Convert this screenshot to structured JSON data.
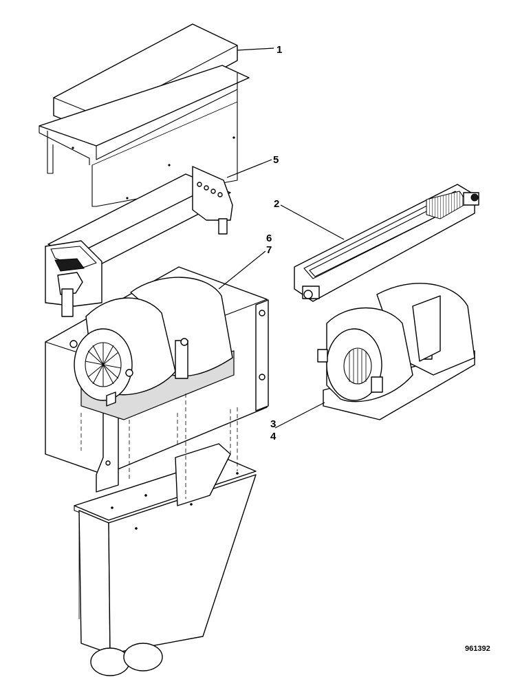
{
  "diagram": {
    "callouts": [
      {
        "id": "1",
        "label": "1"
      },
      {
        "id": "5",
        "label": "5"
      },
      {
        "id": "2",
        "label": "2"
      },
      {
        "id": "6",
        "label": "6"
      },
      {
        "id": "7",
        "label": "7"
      },
      {
        "id": "3",
        "label": "3"
      },
      {
        "id": "4",
        "label": "4"
      }
    ],
    "drawing_number": "961392"
  }
}
